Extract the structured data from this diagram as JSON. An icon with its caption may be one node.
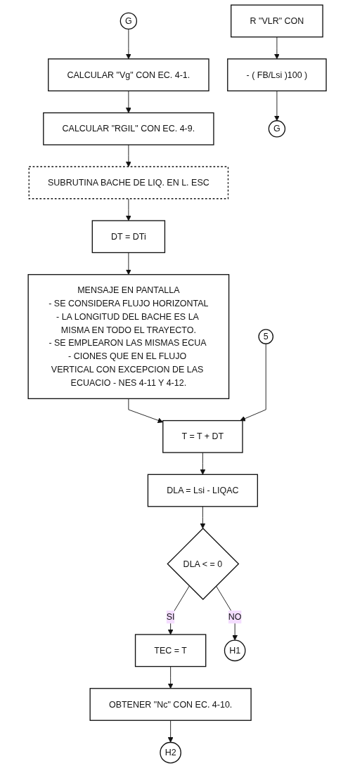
{
  "diagram": {
    "nodes": [
      {
        "text": [
          "G"
        ]
      },
      {
        "text": [
          "CALCULAR \"Vg\" CON EC. 4-1."
        ]
      },
      {
        "text": [
          "CALCULAR \"RGIL\" CON EC. 4-9."
        ]
      },
      {
        "text": [
          "SUBRUTINA BACHE DE LIQ. EN L. ESC"
        ]
      },
      {
        "text": [
          "DT = DTi"
        ]
      },
      {
        "text": [
          "MENSAJE EN PANTALLA",
          "- SE CONSIDERA FLUJO HORIZONTAL",
          "- LA LONGITUD DEL BACHE ES LA MISMA EN TODO EL TRAYECTO.",
          "- SE EMPLEARON LAS MISMAS ECUA - CIONES QUE EN EL FLUJO VERTICAL CON EXCEPCION DE LAS ECUACIO - NES 4-11 Y 4-12."
        ]
      },
      {
        "text": [
          "5"
        ]
      },
      {
        "text": [
          "T = T + DT"
        ]
      },
      {
        "text": [
          "DLA = Lsi - LIQAC"
        ]
      },
      {
        "text": [
          "DLA < = 0"
        ]
      },
      {
        "text": [
          "TEC = T"
        ]
      },
      {
        "text": [
          "OBTENER \"Nc\" CON EC. 4-10."
        ]
      },
      {
        "text": [
          "H1"
        ]
      },
      {
        "text": [
          "H2"
        ]
      },
      {
        "text": [
          "R \"VLR\" CON"
        ]
      },
      {
        "text": [
          "- ( FB/Lsi )100 )"
        ]
      },
      {
        "text": [
          "G"
        ]
      }
    ],
    "edges": [
      {
        "from": 0,
        "to": 1,
        "arrow": "to"
      },
      {
        "from": 1,
        "to": 2,
        "arrow": "to"
      },
      {
        "from": 2,
        "to": 3,
        "arrow": "to"
      },
      {
        "from": 3,
        "to": 4,
        "arrow": "to"
      },
      {
        "from": 4,
        "to": 5,
        "arrow": "to"
      },
      {
        "from": 5,
        "to": 7,
        "arrow": "to"
      },
      {
        "from": 6,
        "to": 7,
        "arrow": "to"
      },
      {
        "from": 7,
        "to": 8,
        "arrow": "to"
      },
      {
        "from": 8,
        "to": 9,
        "arrow": "to"
      },
      {
        "from": 9,
        "to": 10,
        "arrow": "to",
        "label": "SI"
      },
      {
        "from": 9,
        "to": 12,
        "arrow": "to",
        "label": "NO"
      },
      {
        "from": 10,
        "to": 11,
        "arrow": "to"
      },
      {
        "from": 11,
        "to": 13,
        "arrow": "to"
      },
      {
        "from": 14,
        "to": 15,
        "arrow": "to"
      },
      {
        "from": 15,
        "to": 16,
        "arrow": "to"
      }
    ]
  }
}
